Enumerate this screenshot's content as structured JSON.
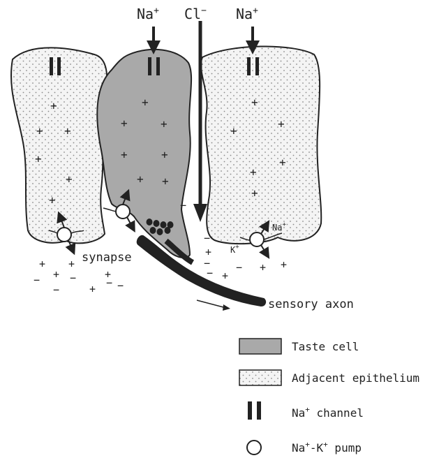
{
  "ions": {
    "na_left": "Na",
    "na_right": "Na",
    "cl": "Cl",
    "plus": "+",
    "minus": "−"
  },
  "labels": {
    "synapse": "synapse",
    "sensory_axon": "sensory axon",
    "na_small": "Na",
    "k_small": "K"
  },
  "legend": {
    "taste_cell": "Taste cell",
    "adjacent_epithelium": "Adjacent epithelium",
    "na_channel_prefix": "Na",
    "na_channel_suffix": " channel",
    "pump_na": "Na",
    "pump_k": "K",
    "pump_suffix": " pump"
  },
  "colors": {
    "ink": "#222222",
    "taste_cell_fill": "#a9a9a9",
    "epithelium_fill": "#f4f4f4",
    "dots": "#8a8a8a"
  }
}
